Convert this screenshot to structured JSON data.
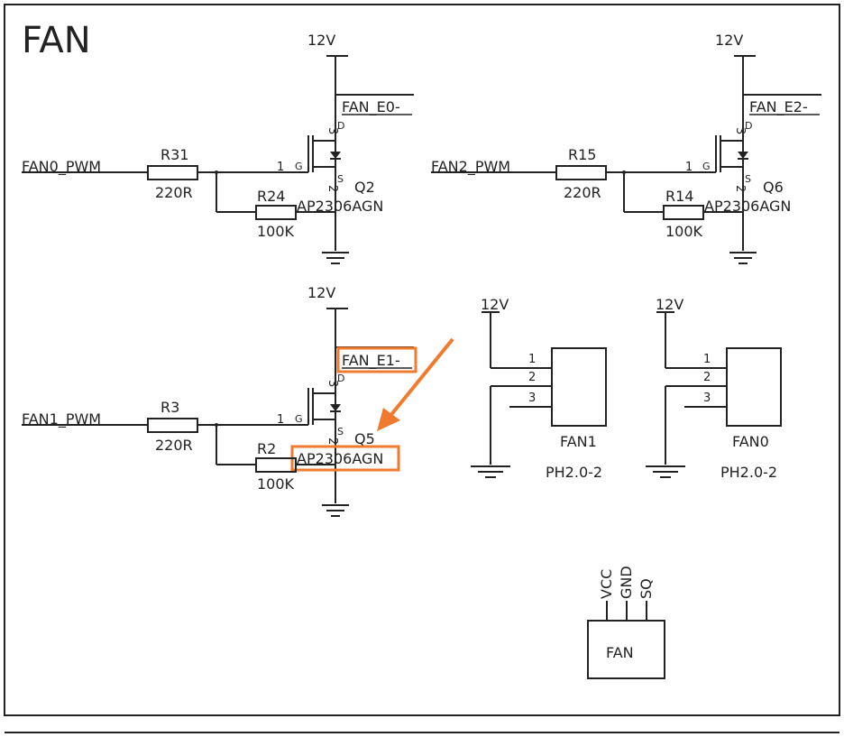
{
  "title": "FAN",
  "colors": {
    "line": "#222222",
    "highlight": "#f07a2e"
  },
  "circuits": [
    {
      "id": "q2",
      "supply": "12V",
      "input_net": "FAN0_PWM",
      "output_net": "FAN_E0-",
      "gate_resistor": {
        "ref": "R31",
        "value": "220R"
      },
      "pulldown": {
        "ref": "R24",
        "value": "100K"
      },
      "mosfet": {
        "ref": "Q2",
        "part": "AP2306AGN"
      }
    },
    {
      "id": "q6",
      "supply": "12V",
      "input_net": "FAN2_PWM",
      "output_net": "FAN_E2-",
      "gate_resistor": {
        "ref": "R15",
        "value": "220R"
      },
      "pulldown": {
        "ref": "R14",
        "value": "100K"
      },
      "mosfet": {
        "ref": "Q6",
        "part": "AP2306AGN"
      }
    },
    {
      "id": "q5",
      "supply": "12V",
      "input_net": "FAN1_PWM",
      "output_net": "FAN_E1-",
      "gate_resistor": {
        "ref": "R3",
        "value": "220R"
      },
      "pulldown": {
        "ref": "R2",
        "value": "100K"
      },
      "mosfet": {
        "ref": "Q5",
        "part": "AP2306AGN"
      }
    }
  ],
  "mosfet_pins": {
    "gate_num": "1",
    "gate": "G",
    "drain_num": "3",
    "drain": "D",
    "source_num": "2",
    "source": "S"
  },
  "connectors": [
    {
      "id": "fan1",
      "supply": "12V",
      "ref": "FAN1",
      "footprint": "PH2.0-2",
      "pins": [
        "1",
        "2",
        "3"
      ]
    },
    {
      "id": "fan0",
      "supply": "12V",
      "ref": "FAN0",
      "footprint": "PH2.0-2",
      "pins": [
        "1",
        "2",
        "3"
      ]
    }
  ],
  "fan_symbol": {
    "label": "FAN",
    "pins": [
      "VCC",
      "GND",
      "SQ"
    ]
  }
}
